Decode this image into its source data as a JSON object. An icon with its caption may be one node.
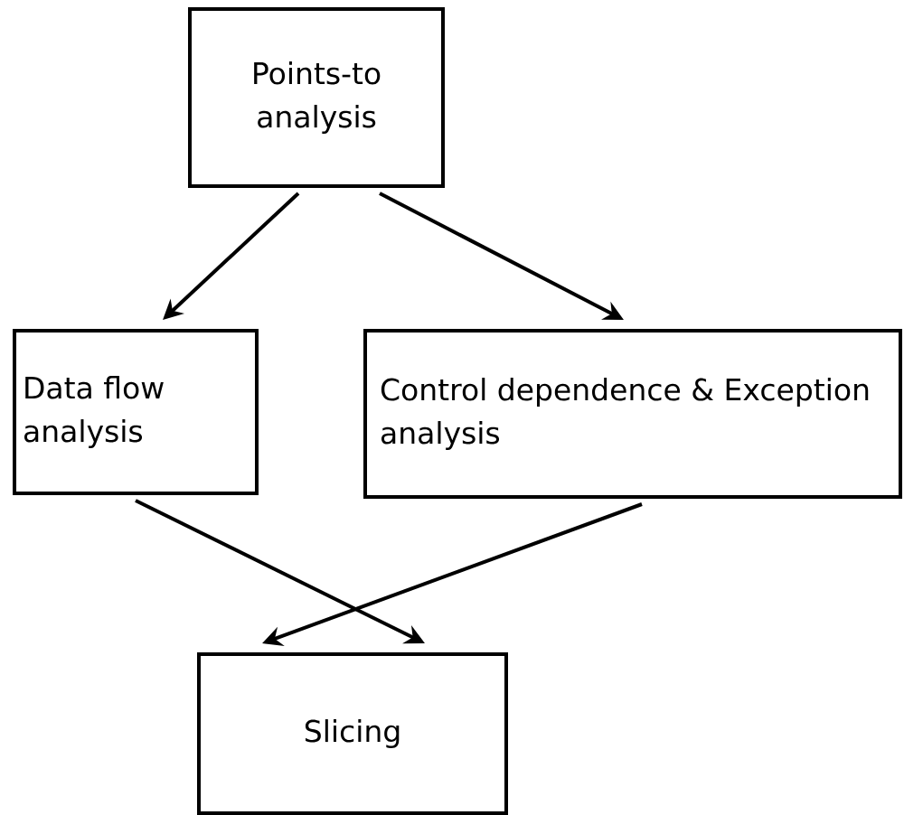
{
  "diagram": {
    "nodes": [
      {
        "text": [
          "Points-to analysis"
        ]
      },
      {
        "text": [
          "Data flow analysis"
        ]
      },
      {
        "text": [
          "Control dependence & Exception analysis"
        ]
      },
      {
        "text": [
          "Slicing"
        ]
      }
    ],
    "edges": [
      {
        "from": 0,
        "to": 1,
        "arrow": "to"
      },
      {
        "from": 0,
        "to": 2,
        "arrow": "to"
      },
      {
        "from": 1,
        "to": 3,
        "arrow": "to"
      },
      {
        "from": 2,
        "to": 3,
        "arrow": "to"
      }
    ]
  }
}
